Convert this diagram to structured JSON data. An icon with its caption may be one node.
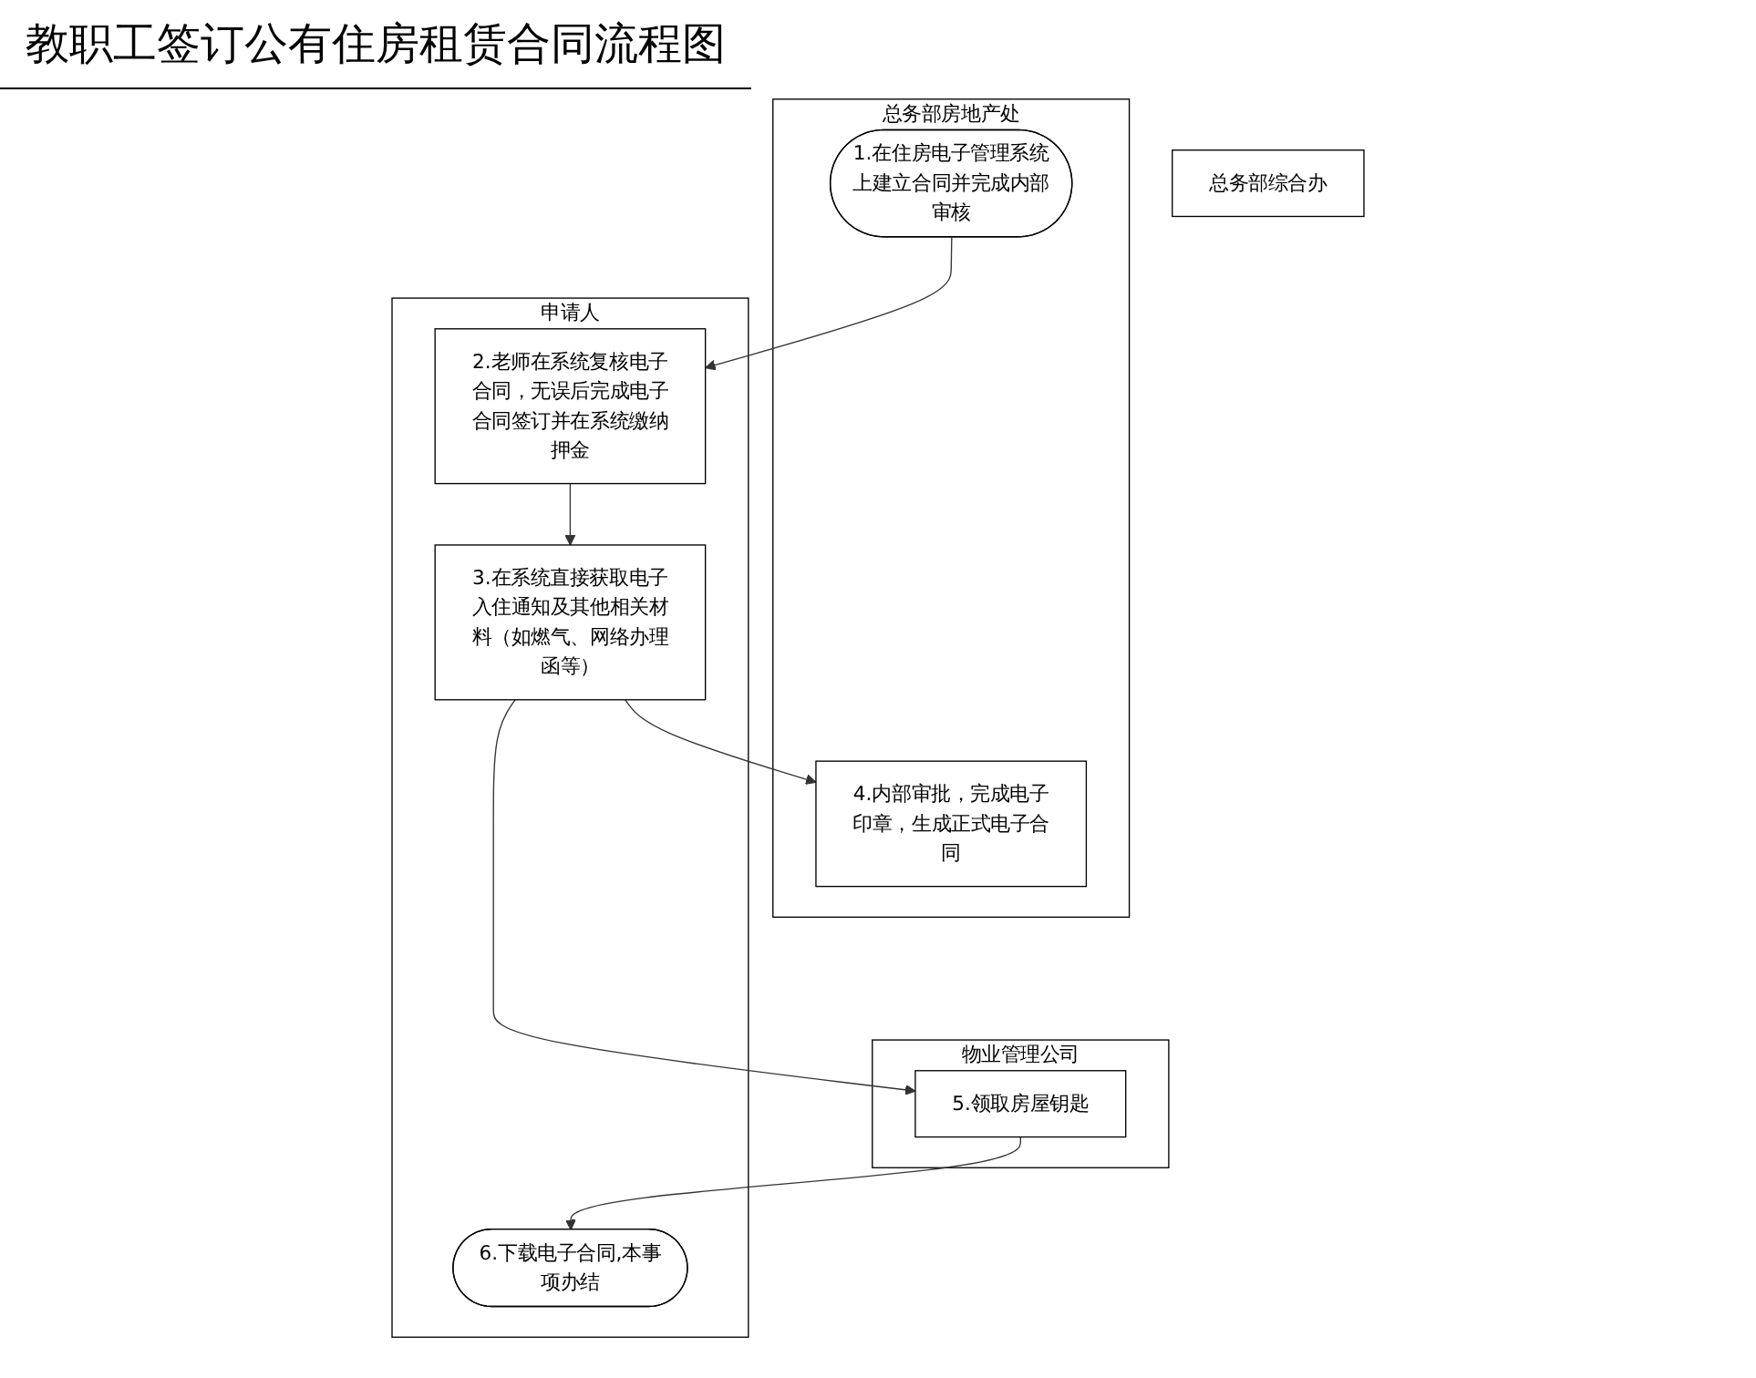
{
  "diagram": {
    "title": "教职工签订公有住房租赁合同流程图",
    "nodes": [
      {
        "text": [
          "申请人"
        ]
      },
      {
        "text": [
          "总务部房地产处"
        ]
      },
      {
        "text": [
          "总务部综合办"
        ]
      },
      {
        "text": [
          "物业管理公司"
        ]
      },
      {
        "text": [
          "1.在住房电子管理系统上建立合同并完成内部审核"
        ],
        "in": 1
      },
      {
        "text": [
          "2.老师在系统复核电子合同，无误后完成电子合同签订并在系统缴纳押金"
        ],
        "in": 0
      },
      {
        "text": [
          "3.在系统直接获取电子入住通知及其他相关材料（如燃气、网络办理函等）"
        ],
        "in": 0
      },
      {
        "text": [
          "4.内部审批，完成电子印章，生成正式电子合同"
        ],
        "in": 1
      },
      {
        "text": [
          "5.领取房屋钥匙"
        ],
        "in": 3
      },
      {
        "text": [
          "6.下载电子合同,本事项办结"
        ],
        "in": 0
      }
    ],
    "edges": [
      {
        "from": 4,
        "to": 5,
        "arrow": "to"
      },
      {
        "from": 5,
        "to": 6,
        "arrow": "to"
      },
      {
        "from": 6,
        "to": 7,
        "arrow": "to"
      },
      {
        "from": 6,
        "to": 8,
        "arrow": "to"
      },
      {
        "from": 8,
        "to": 9,
        "arrow": "to"
      }
    ]
  }
}
